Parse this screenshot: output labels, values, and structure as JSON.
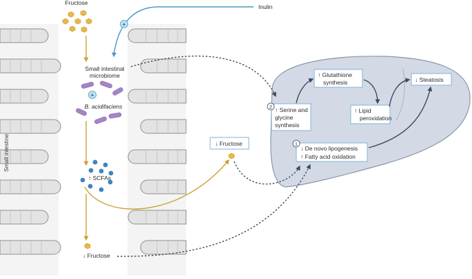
{
  "labels": {
    "fructose_top": "Fructose",
    "inulin": "Inulin",
    "plus_sign": "+",
    "microbiome_line1": "Small intestinal",
    "microbiome_line2": "microbiome",
    "bacteria": "B. acidifaciens",
    "scfa": "↑ SCFAs",
    "fructose_bottom": "↓ Fructose",
    "small_intestine": "Small intestine",
    "fructose_box": "↓ Fructose"
  },
  "liver_boxes": {
    "serine": {
      "marker": "2",
      "line1": "↑ Serine and",
      "line2": "glycine",
      "line3": "synthesis"
    },
    "glutathione": {
      "line1": "↑ Glutathione",
      "line2": "synthesis"
    },
    "lipid": {
      "line1": "↑ Lipid",
      "line2": "peroxidation"
    },
    "steatosis": {
      "line1": "↓ Steatosis"
    },
    "lipogenesis": {
      "marker": "1",
      "line1": "↓ De novo lipogenesis",
      "line2": "↑ Fatty acid oxidation"
    }
  },
  "colors": {
    "fructose_gold": "#e8b84a",
    "arrow_gold": "#c9a233",
    "inulin_blue": "#4a98c4",
    "scfa_blue": "#3f84bf",
    "bacteria_purple": "#a585c6",
    "liver_fill": "#d3dae6",
    "dark_arrow": "#3a4a5c",
    "villi_fill": "#e3e3e3"
  }
}
